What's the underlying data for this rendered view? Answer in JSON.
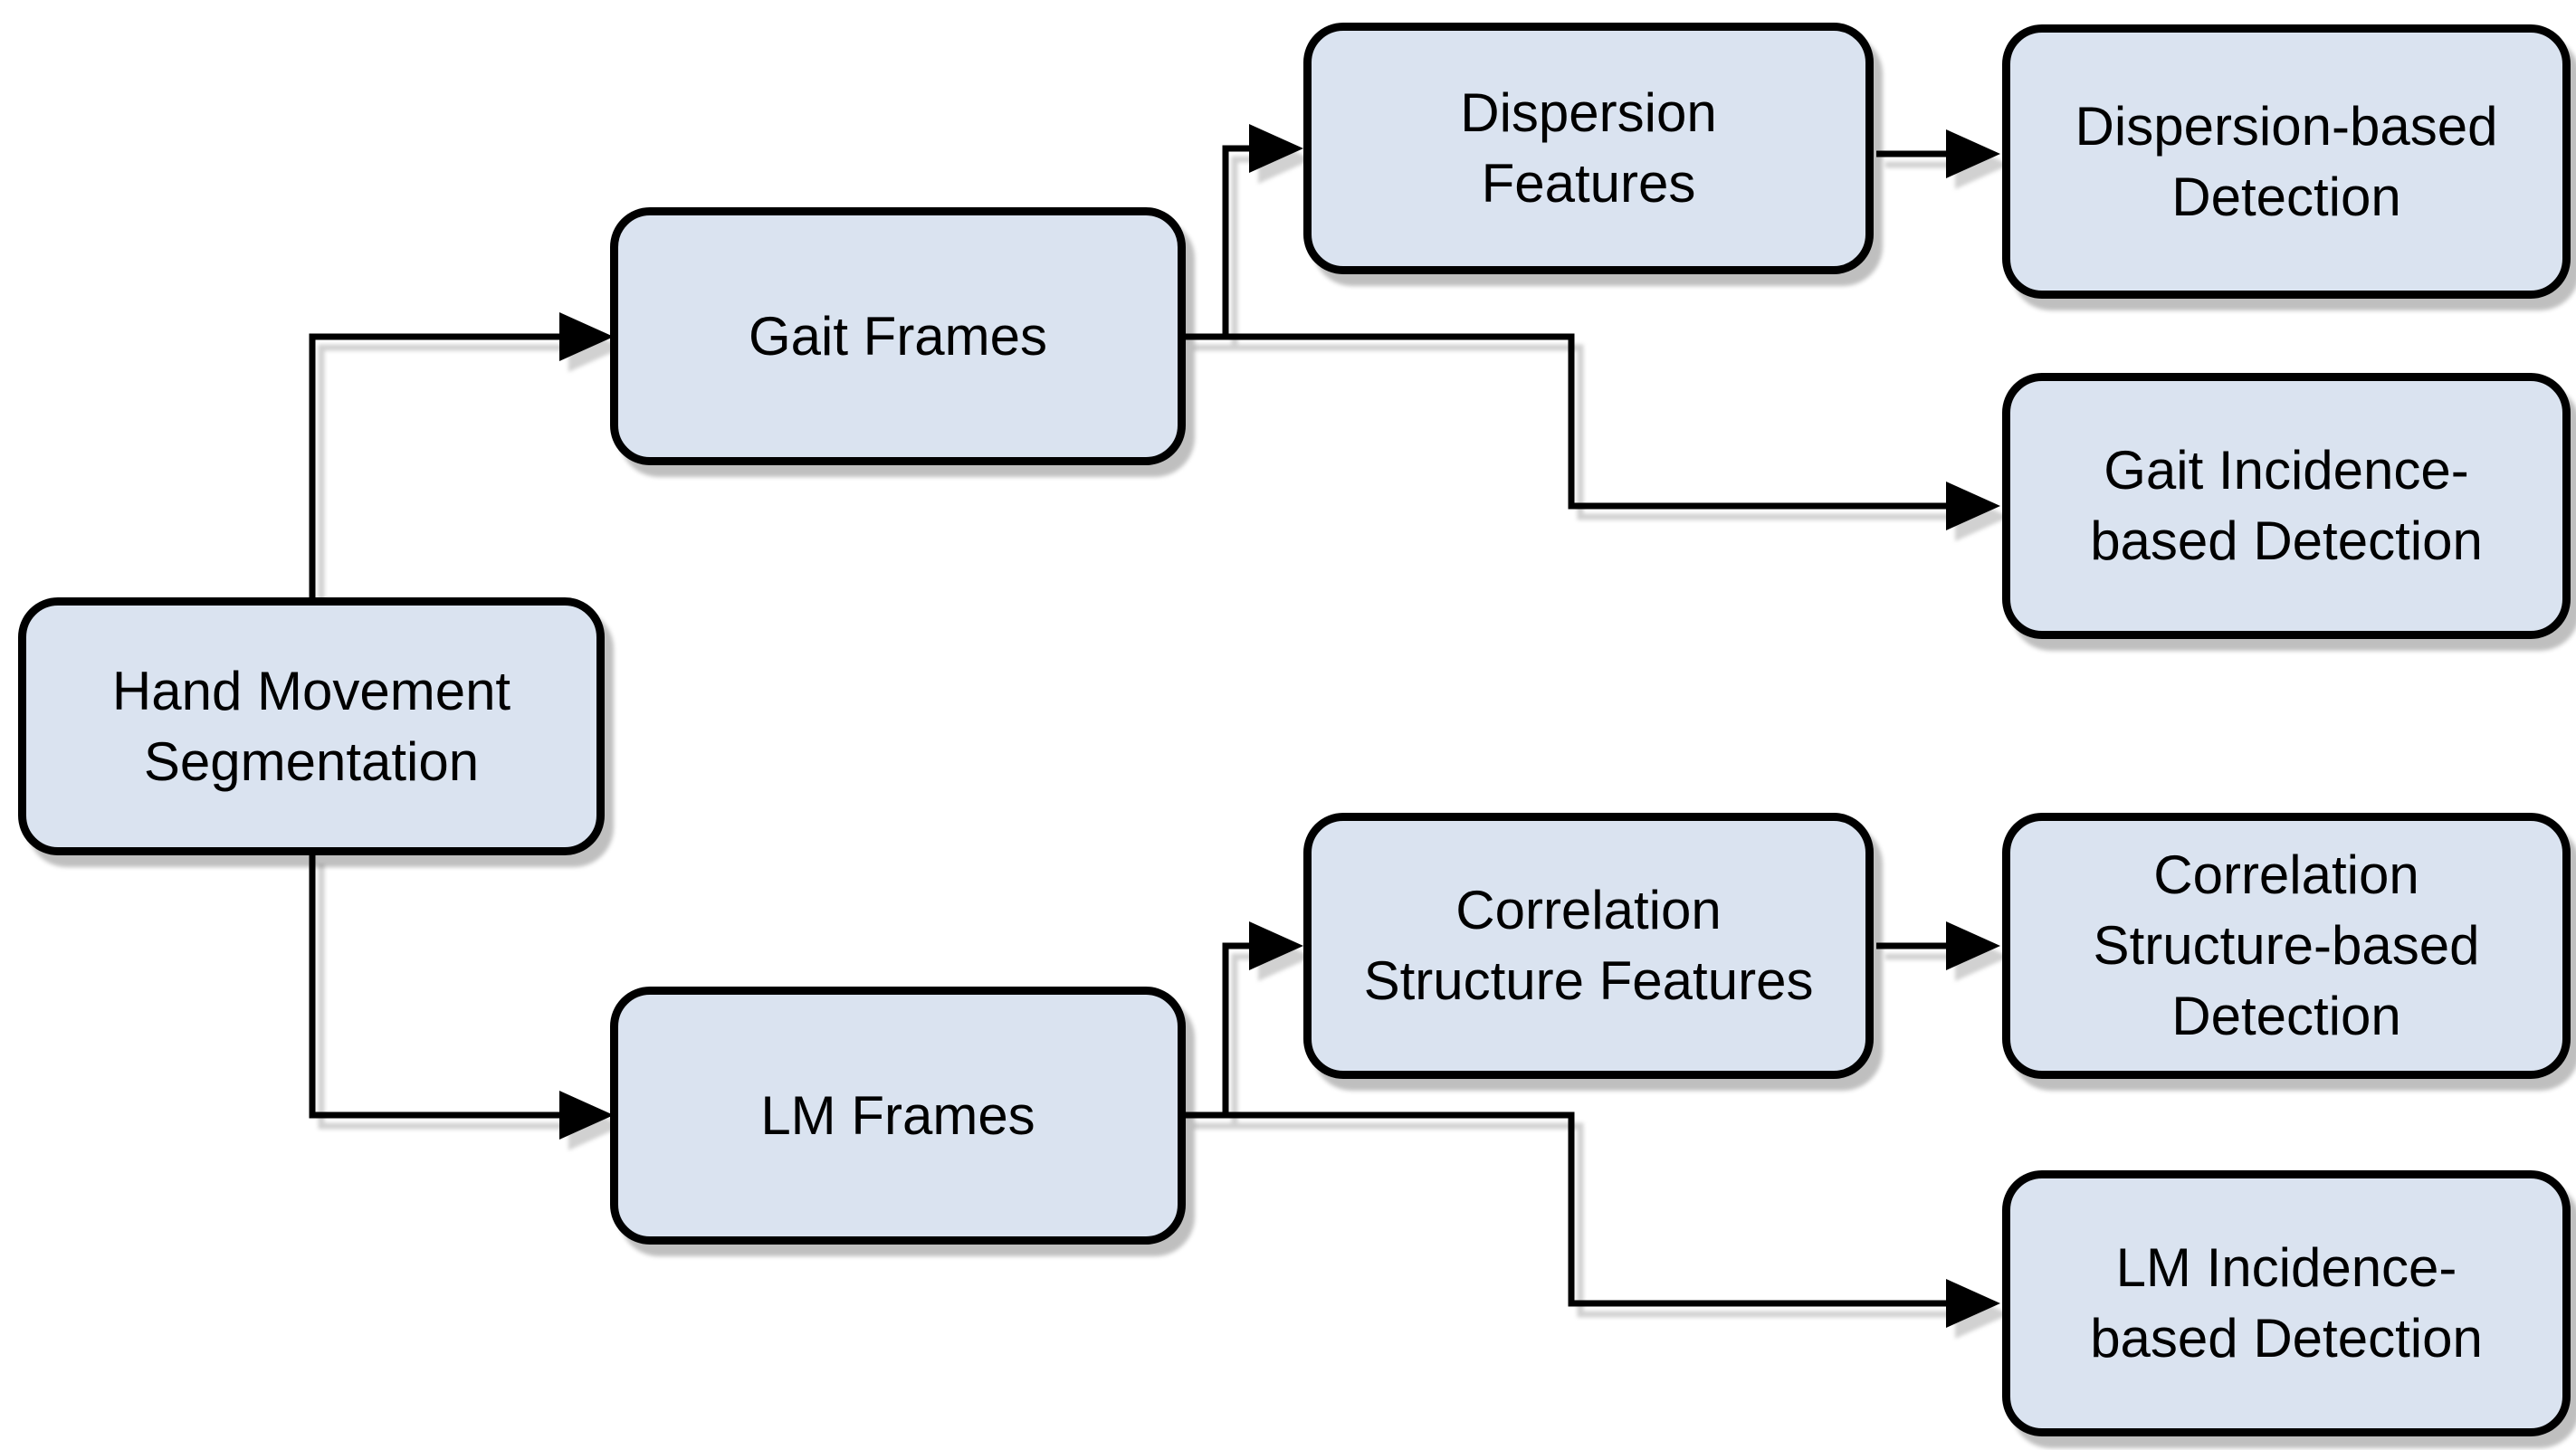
{
  "theme": {
    "node-fill": "#dae3f0",
    "node-border": "#000000",
    "edge-color": "#000000",
    "page-bg": "#ffffff",
    "text-color": "#000000"
  },
  "diagram": {
    "type": "flowchart",
    "nodes": [
      {
        "id": "hand-movement-segmentation",
        "label": "Hand Movement Segmentation",
        "lines": [
          "Hand Movement",
          "Segmentation"
        ]
      },
      {
        "id": "gait-frames",
        "label": "Gait Frames",
        "lines": [
          "Gait Frames"
        ]
      },
      {
        "id": "lm-frames",
        "label": "LM Frames",
        "lines": [
          "LM Frames"
        ]
      },
      {
        "id": "dispersion-features",
        "label": "Dispersion Features",
        "lines": [
          "Dispersion",
          "Features"
        ]
      },
      {
        "id": "dispersion-based-detection",
        "label": "Dispersion-based Detection",
        "lines": [
          "Dispersion-based",
          "Detection"
        ]
      },
      {
        "id": "gait-incidence-based-detection",
        "label": "Gait Incidence-based Detection",
        "lines": [
          "Gait Incidence-",
          "based Detection"
        ]
      },
      {
        "id": "correlation-structure-features",
        "label": "Correlation Structure Features",
        "lines": [
          "Correlation",
          "Structure Features"
        ]
      },
      {
        "id": "correlation-structure-based-detection",
        "label": "Correlation Structure-based Detection",
        "lines": [
          "Correlation",
          "Structure-based",
          "Detection"
        ]
      },
      {
        "id": "lm-incidence-based-detection",
        "label": "LM Incidence-based Detection",
        "lines": [
          "LM Incidence-",
          "based Detection"
        ]
      }
    ],
    "edges": [
      {
        "from": "hand-movement-segmentation",
        "to": "gait-frames"
      },
      {
        "from": "hand-movement-segmentation",
        "to": "lm-frames"
      },
      {
        "from": "gait-frames",
        "to": "dispersion-features"
      },
      {
        "from": "gait-frames",
        "to": "gait-incidence-based-detection"
      },
      {
        "from": "lm-frames",
        "to": "correlation-structure-features"
      },
      {
        "from": "lm-frames",
        "to": "lm-incidence-based-detection"
      },
      {
        "from": "dispersion-features",
        "to": "dispersion-based-detection"
      },
      {
        "from": "correlation-structure-features",
        "to": "correlation-structure-based-detection"
      }
    ]
  }
}
